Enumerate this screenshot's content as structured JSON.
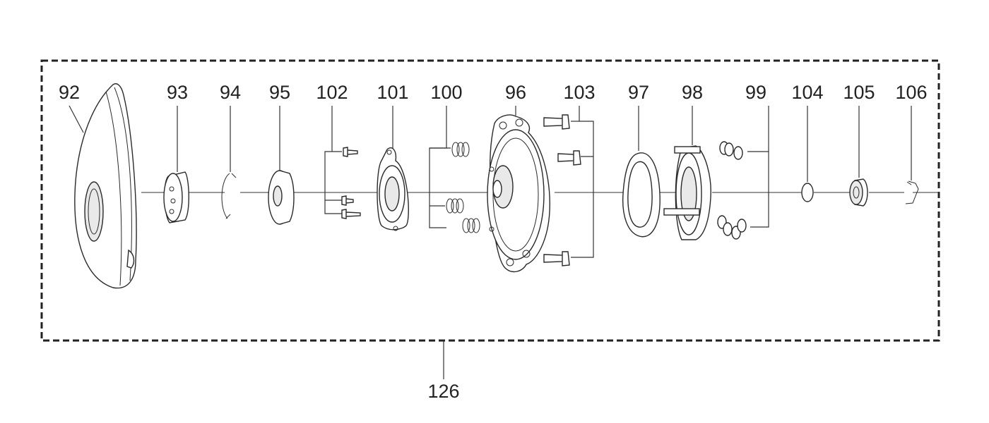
{
  "callouts": {
    "p92": "92",
    "p93": "93",
    "p94": "94",
    "p95": "95",
    "p102": "102",
    "p101": "101",
    "p100": "100",
    "p96": "96",
    "p103": "103",
    "p97": "97",
    "p98": "98",
    "p99": "99",
    "p104": "104",
    "p105": "105",
    "p106": "106",
    "p126": "126"
  }
}
